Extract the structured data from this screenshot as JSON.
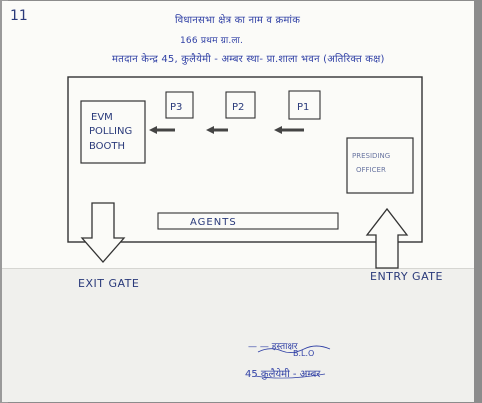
{
  "page": {
    "corner_mark": "11",
    "header_lines": [
      "विधानसभा क्षेत्र का नाम व क्रमांक",
      "166 प्रथम ग्रा.ला.",
      "मतदान केन्द्र 45, कुलैयेमी - अम्बर स्था- प्रा.शाला भवन (अतिरिक्त कक्ष)"
    ]
  },
  "diagram": {
    "evm_booth_lines": [
      "EVM",
      "POLLING",
      "BOOTH"
    ],
    "stations": [
      "P3",
      "P2",
      "P1"
    ],
    "presiding_officer_lines": [
      "PRESIDING",
      "OFFICER"
    ],
    "agents_label": "AGENTS",
    "exit_gate_label": "EXIT GATE",
    "entry_gate_label": "ENTRY GATE"
  },
  "signature": {
    "line1": "— — हस्ताक्षर",
    "line2": "B.L.O",
    "line3": "45 कुलैयेमी - अम्बर"
  },
  "colors": {
    "ink": "#2a3a7a",
    "heading_ink": "#3242a6",
    "paper": "#fbfbf8"
  }
}
